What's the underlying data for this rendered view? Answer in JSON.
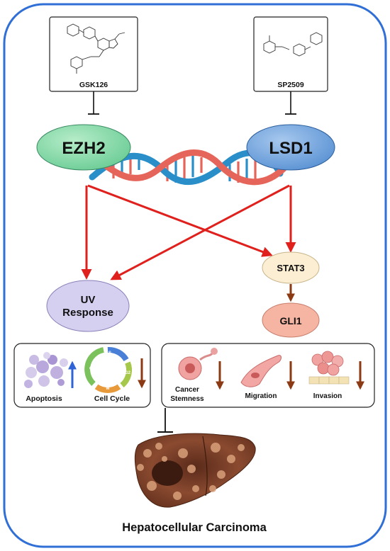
{
  "drugs": {
    "left": {
      "name": "GSK126"
    },
    "right": {
      "name": "SP2509"
    }
  },
  "targets": {
    "left": {
      "label": "EZH2"
    },
    "right": {
      "label": "LSD1"
    }
  },
  "nodes": {
    "uv_response": {
      "line1": "UV",
      "line2": "Response"
    },
    "stat3": {
      "label": "STAT3"
    },
    "gli1": {
      "label": "GLI1"
    }
  },
  "panels": {
    "left": {
      "items": [
        {
          "label": "Apoptosis",
          "arrow": "up"
        },
        {
          "label": "Cell Cycle",
          "arrow": "down"
        }
      ],
      "cycle_phases": [
        "S",
        "G2",
        "M",
        "G1"
      ]
    },
    "right": {
      "items": [
        {
          "label_line1": "Cancer",
          "label_line2": "Stemness",
          "arrow": "down"
        },
        {
          "label_line1": "Migration",
          "label_line2": "",
          "arrow": "down"
        },
        {
          "label_line1": "Invasion",
          "label_line2": "",
          "arrow": "down"
        }
      ]
    }
  },
  "outcome": {
    "label": "Hepatocellular Carcinoma"
  },
  "colors": {
    "frame": "#2f6fd6",
    "ezh2_fill": "#7fd6a6",
    "lsd1_fill": "#6aa3dd",
    "uv_fill": "#d6d0f0",
    "stat3_fill": "#fbeed3",
    "gli1_fill": "#f6b4a2",
    "arrow_red": "#e0201c",
    "arrow_brown": "#8b3a14",
    "arrow_blue": "#2f63d6",
    "dna_blue": "#2a8fc9",
    "dna_red": "#e5655a"
  }
}
